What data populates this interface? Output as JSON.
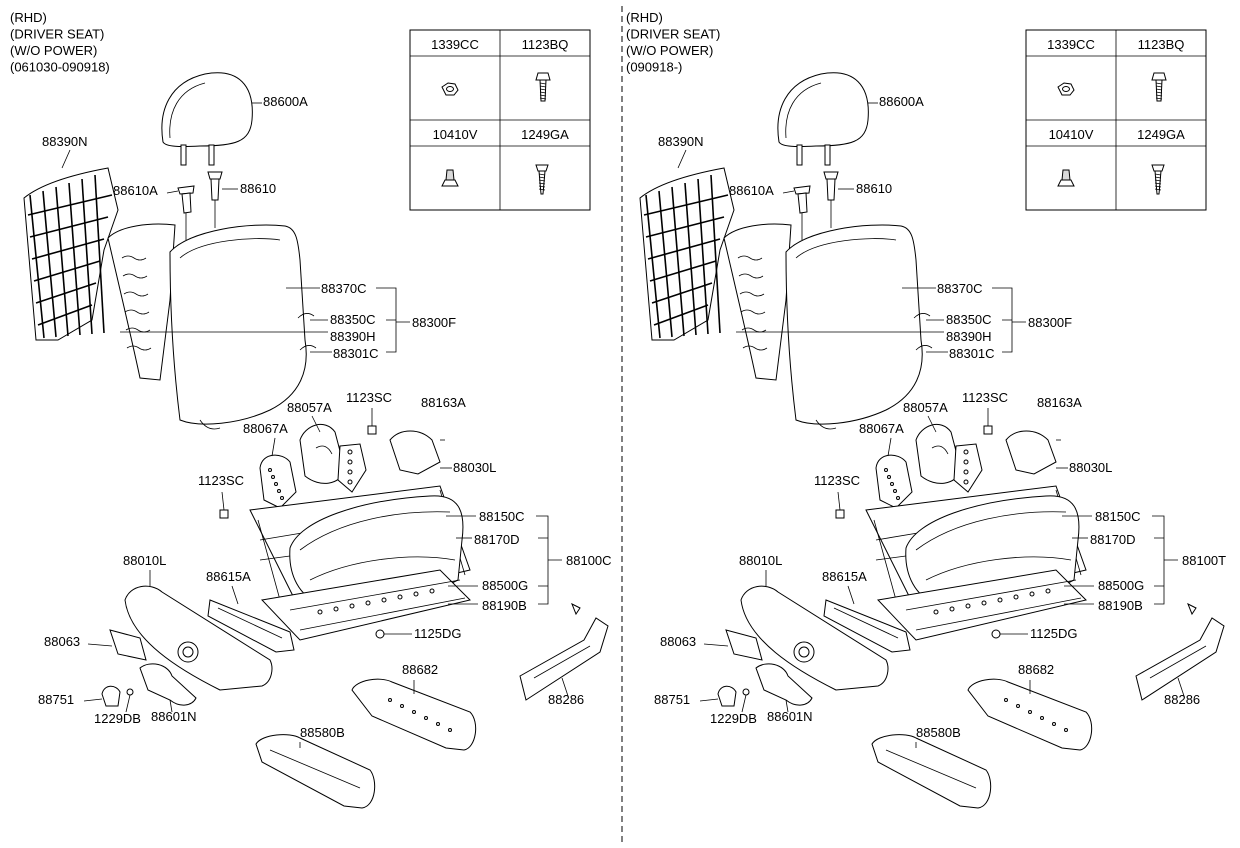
{
  "panels": [
    {
      "header": [
        "(RHD)",
        "(DRIVER SEAT)",
        "(W/O POWER)",
        "(061030-090918)"
      ],
      "fasteners": [
        {
          "code": "1339CC",
          "icon": "nut-icon"
        },
        {
          "code": "1123BQ",
          "icon": "bolt-icon"
        },
        {
          "code": "10410V",
          "icon": "clip-icon"
        },
        {
          "code": "1249GA",
          "icon": "screw-icon"
        }
      ],
      "parts": {
        "p88600A": "88600A",
        "p88390N": "88390N",
        "p88610A": "88610A",
        "p88610": "88610",
        "p88370C": "88370C",
        "p88350C": "88350C",
        "p88390H": "88390H",
        "p88301C": "88301C",
        "p88300F": "88300F",
        "p88057A": "88057A",
        "p1123SC_a": "1123SC",
        "p88163A": "88163A",
        "p88067A": "88067A",
        "p88030L": "88030L",
        "p1123SC_b": "1123SC",
        "p88150C": "88150C",
        "p88170D": "88170D",
        "p88100": "88100C",
        "p88010L": "88010L",
        "p88615A": "88615A",
        "p88500G": "88500G",
        "p88190B": "88190B",
        "p88063": "88063",
        "p1125DG": "1125DG",
        "p88682": "88682",
        "p88751": "88751",
        "p1229DB": "1229DB",
        "p88601N": "88601N",
        "p88286": "88286",
        "p88580B": "88580B"
      }
    },
    {
      "header": [
        "(RHD)",
        "(DRIVER SEAT)",
        "(W/O POWER)",
        "(090918-)"
      ],
      "fasteners": [
        {
          "code": "1339CC",
          "icon": "nut-icon"
        },
        {
          "code": "1123BQ",
          "icon": "bolt-icon"
        },
        {
          "code": "10410V",
          "icon": "clip-icon"
        },
        {
          "code": "1249GA",
          "icon": "screw-icon"
        }
      ],
      "parts": {
        "p88600A": "88600A",
        "p88390N": "88390N",
        "p88610A": "88610A",
        "p88610": "88610",
        "p88370C": "88370C",
        "p88350C": "88350C",
        "p88390H": "88390H",
        "p88301C": "88301C",
        "p88300F": "88300F",
        "p88057A": "88057A",
        "p1123SC_a": "1123SC",
        "p88163A": "88163A",
        "p88067A": "88067A",
        "p88030L": "88030L",
        "p1123SC_b": "1123SC",
        "p88150C": "88150C",
        "p88170D": "88170D",
        "p88100": "88100T",
        "p88010L": "88010L",
        "p88615A": "88615A",
        "p88500G": "88500G",
        "p88190B": "88190B",
        "p88063": "88063",
        "p1125DG": "1125DG",
        "p88682": "88682",
        "p88751": "88751",
        "p1229DB": "1229DB",
        "p88601N": "88601N",
        "p88286": "88286",
        "p88580B": "88580B"
      }
    }
  ]
}
